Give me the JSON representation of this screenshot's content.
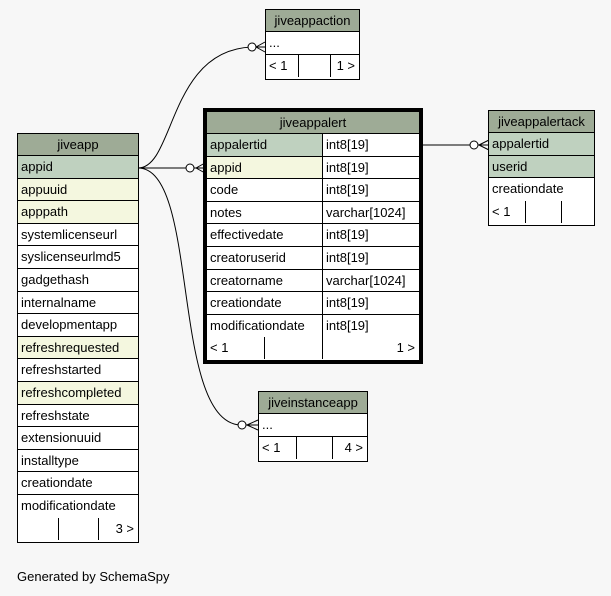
{
  "tables": {
    "jiveapp": {
      "name": "jiveapp",
      "columns": [
        "appid",
        "appuuid",
        "apppath",
        "systemlicenseurl",
        "syslicenseurlmd5",
        "gadgethash",
        "internalname",
        "developmentapp",
        "refreshrequested",
        "refreshstarted",
        "refreshcompleted",
        "refreshstate",
        "extensionuuid",
        "installtype",
        "creationdate",
        "modificationdate"
      ],
      "footer": {
        "left": "",
        "mid": "",
        "right": "3 >"
      }
    },
    "jiveappalert": {
      "name": "jiveappalert",
      "columns": [
        {
          "name": "appalertid",
          "type": "int8[19]"
        },
        {
          "name": "appid",
          "type": "int8[19]"
        },
        {
          "name": "code",
          "type": "int8[19]"
        },
        {
          "name": "notes",
          "type": "varchar[1024]"
        },
        {
          "name": "effectivedate",
          "type": "int8[19]"
        },
        {
          "name": "creatoruserid",
          "type": "int8[19]"
        },
        {
          "name": "creatorname",
          "type": "varchar[1024]"
        },
        {
          "name": "creationdate",
          "type": "int8[19]"
        },
        {
          "name": "modificationdate",
          "type": "int8[19]"
        }
      ],
      "footer": {
        "left": "< 1",
        "mid": "",
        "right": "1 >"
      }
    },
    "jiveappaction": {
      "name": "jiveappaction",
      "placeholder": "...",
      "footer": {
        "left": "< 1",
        "mid": "",
        "right": "1 >"
      }
    },
    "jiveappalertack": {
      "name": "jiveappalertack",
      "columns": [
        "appalertid",
        "userid",
        "creationdate"
      ],
      "footer": {
        "left": "< 1",
        "mid": "",
        "right": ""
      }
    },
    "jiveinstanceapp": {
      "name": "jiveinstanceapp",
      "placeholder": "...",
      "footer": {
        "left": "< 1",
        "mid": "",
        "right": "4 >"
      }
    }
  },
  "footer_text": "Generated by SchemaSpy"
}
